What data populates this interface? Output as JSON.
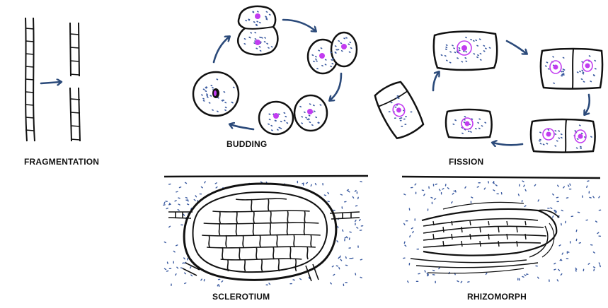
{
  "labels": {
    "fragmentation": "FRAGMENTATION",
    "budding": "BUDDING",
    "fission": "FISSION",
    "sclerotium": "SCLEROTIUM",
    "rhizomorph": "RHIZOMORPH"
  },
  "colors": {
    "outline": "#111111",
    "arrow": "#2b4a7a",
    "nucleus": "#c23cf0",
    "dots": "#3a5aa0"
  }
}
